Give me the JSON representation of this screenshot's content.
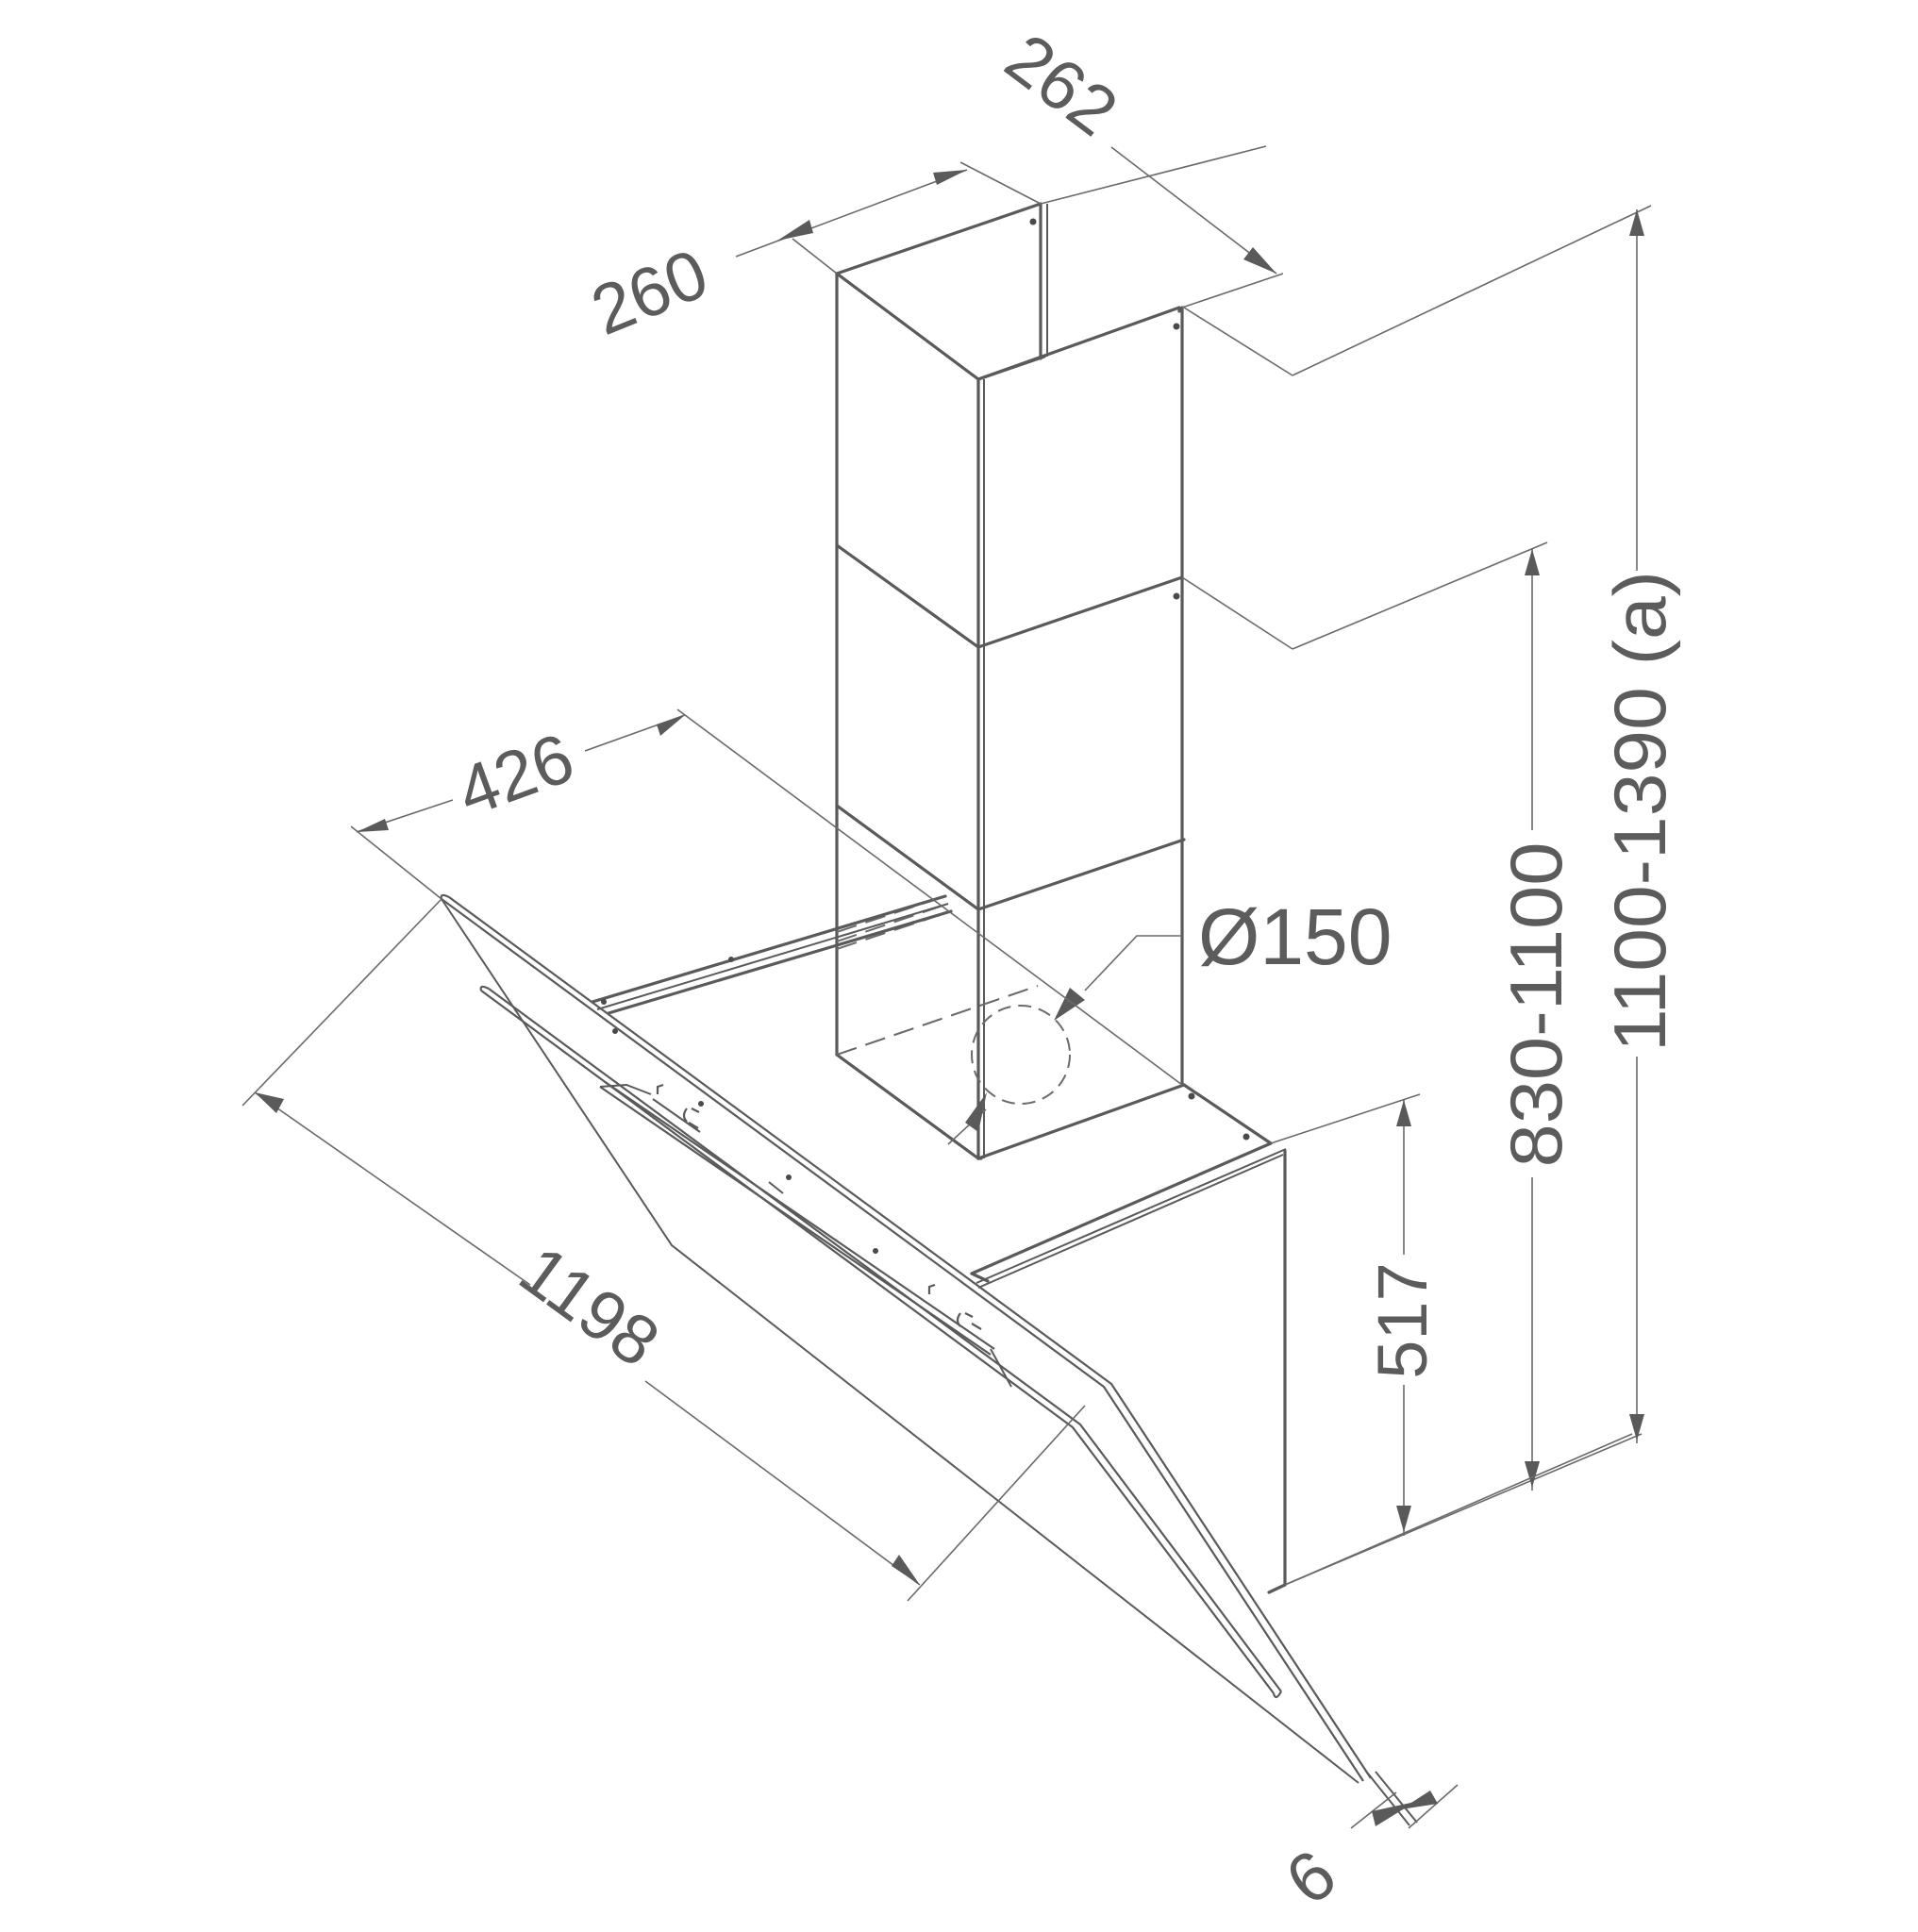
{
  "drawing": {
    "subject": "Angled glass chimney cooker hood — isometric dimension drawing",
    "line_color": "#5a5a5a",
    "text_color": "#5c5c5c",
    "background": "#ffffff"
  },
  "dimensions": {
    "chimney_width": "260",
    "chimney_depth": "262",
    "overall_height": "1100-1390 (a)",
    "chimney_height_range": "830-1100",
    "body_height": "517",
    "duct_diameter": "Ø150",
    "hood_depth": "426",
    "glass_width": "1198",
    "glass_thickness": "6"
  }
}
